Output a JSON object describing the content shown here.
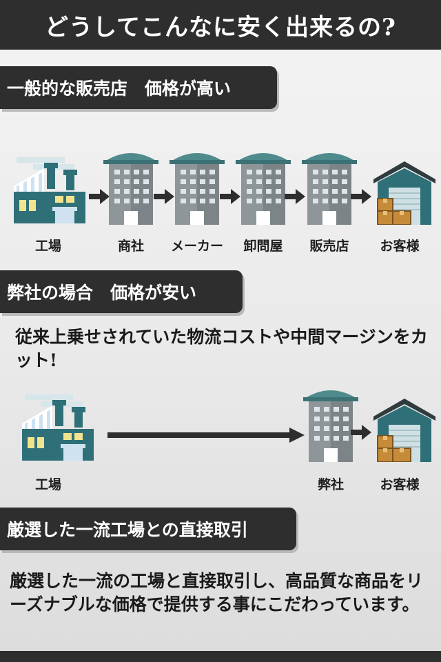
{
  "header": {
    "title": "どうしてこんなに安く出来るの?"
  },
  "section_general": {
    "title": "一般的な販売店　価格が高い",
    "flow": [
      "工場",
      "商社",
      "メーカー",
      "卸問屋",
      "販売店",
      "お客様"
    ]
  },
  "section_ours": {
    "title": "弊社の場合　価格が安い",
    "description": "従来上乗せされていた物流コストや中間マージンをカット!",
    "flow": [
      "工場",
      "弊社",
      "お客様"
    ]
  },
  "section_direct": {
    "title": "厳選した一流工場との直接取引",
    "description": "厳選した一流の工場と直接取引し、高品質な商品をリーズナブルな価格で提供する事にこだわっています。"
  },
  "colors": {
    "dark": "#2e2e2e",
    "teal": "#2f6f78",
    "building_gray": "#8e969a",
    "roof_teal": "#4f8a8d",
    "box_brown": "#c58b39"
  }
}
